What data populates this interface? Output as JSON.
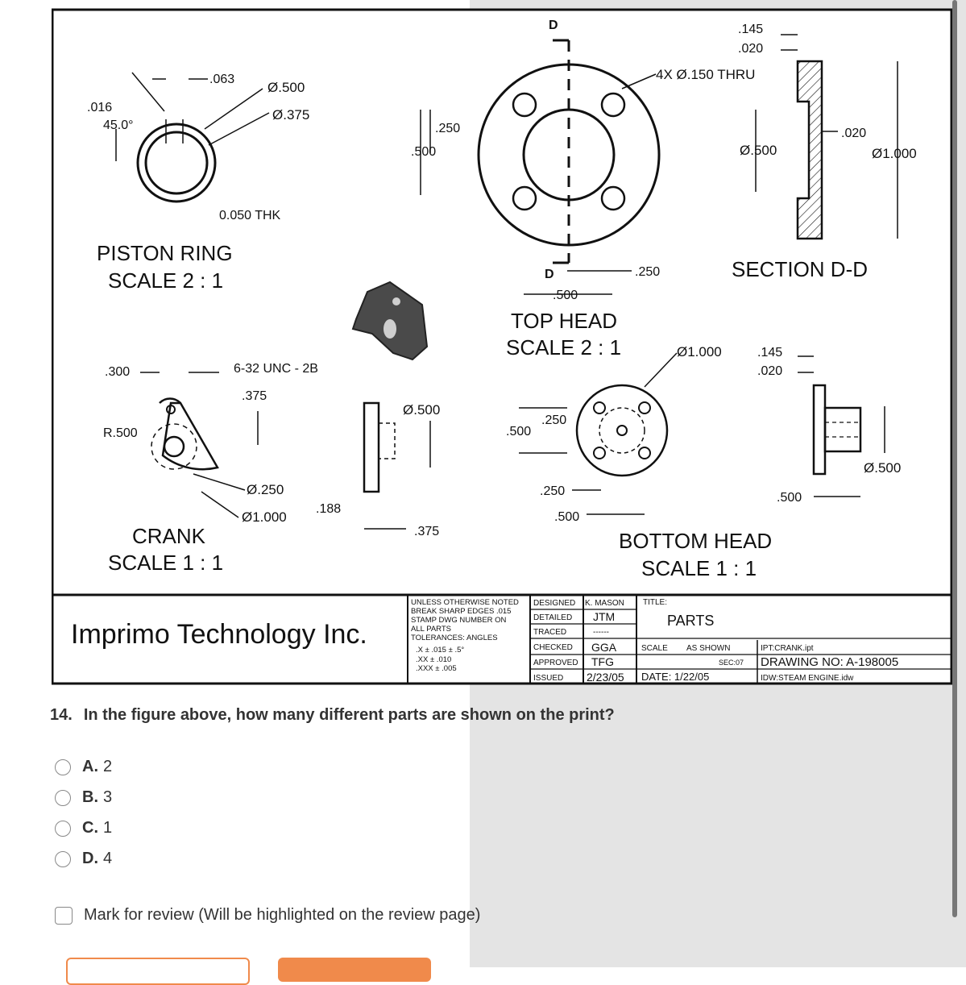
{
  "drawing": {
    "views": {
      "piston_ring": {
        "title": "PISTON RING",
        "scale": "SCALE 2 : 1",
        "dims": {
          "d063": ".063",
          "d016": ".016",
          "angle": "45.0°",
          "dia500": "Ø.500",
          "dia375": "Ø.375",
          "thk": "0.050 THK"
        }
      },
      "top_head": {
        "title": "TOP HEAD",
        "scale": "SCALE 2 : 1",
        "dims": {
          "holes": "4X Ø.150 THRU",
          "d250a": ".250",
          "d500a": ".500",
          "d250b": ".250",
          "d500b": ".500",
          "cut": "D"
        }
      },
      "section": {
        "title": "SECTION  D-D",
        "dims": {
          "d145": ".145",
          "d020a": ".020",
          "d020b": ".020",
          "dia500": "Ø.500",
          "dia1000": "Ø1.000"
        }
      },
      "crank": {
        "title": "CRANK",
        "scale": "SCALE 1 : 1",
        "dims": {
          "d300": ".300",
          "thread": "6-32 UNC - 2B",
          "d375": ".375",
          "r500": "R.500",
          "dia250": "Ø.250",
          "dia1000": "Ø1.000",
          "d188": ".188",
          "d375b": ".375",
          "dia500": "Ø.500"
        }
      },
      "bottom_head": {
        "title": "BOTTOM HEAD",
        "scale": "SCALE 1 : 1",
        "dims": {
          "dia1000": "Ø1.000",
          "d145": ".145",
          "d020": ".020",
          "d250": ".250",
          "d500": ".500",
          "d250b": ".250",
          "d500b": ".500",
          "d500c": ".500",
          "dia500": "Ø.500"
        }
      }
    },
    "title_block": {
      "company": "Imprimo Technology Inc.",
      "notes": [
        "UNLESS OTHERWISE NOTED",
        "BREAK SHARP EDGES .015",
        "STAMP DWG NUMBER ON",
        "ALL PARTS",
        "TOLERANCES:   ANGLES",
        ".X  ± .015           ± .5°",
        ".XX ± .010",
        ".XXX ± .005"
      ],
      "rows": [
        {
          "label": "DESIGNED",
          "value": "K. MASON"
        },
        {
          "label": "DETAILED",
          "value": "JTM"
        },
        {
          "label": "TRACED",
          "value": "------"
        },
        {
          "label": "CHECKED",
          "value": "GGA"
        },
        {
          "label": "APPROVED",
          "value": "TFG"
        },
        {
          "label": "ISSUED",
          "value": "2/23/05"
        }
      ],
      "title_label": "TITLE:",
      "title": "PARTS",
      "scale_label": "SCALE",
      "scale_value": "AS SHOWN",
      "sec": "SEC:07",
      "date": "DATE: 1/22/05",
      "file_ipt": "IPT:CRANK.ipt",
      "drawing_no": "DRAWING NO: A-198005",
      "file_idw": "IDW:STEAM ENGINE.idw"
    }
  },
  "question": {
    "number": "14.",
    "text": "In the figure above, how many different parts are shown on the print?",
    "options": [
      {
        "letter": "A.",
        "value": "2"
      },
      {
        "letter": "B.",
        "value": "3"
      },
      {
        "letter": "C.",
        "value": "1"
      },
      {
        "letter": "D.",
        "value": "4"
      }
    ]
  },
  "review": {
    "label": "Mark for review (Will be highlighted on the review page)"
  },
  "colors": {
    "accent": "#f08a4b",
    "gray_panel": "#e4e4e4"
  }
}
